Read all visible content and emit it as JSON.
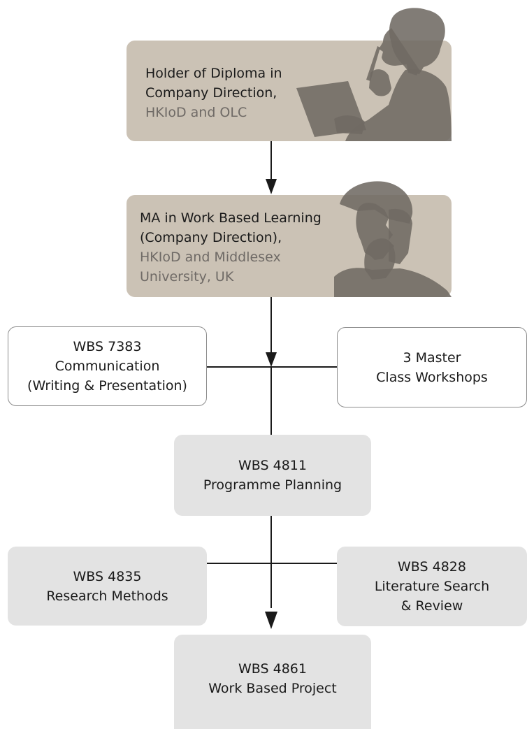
{
  "colors": {
    "tan_box": "#cbc2b5",
    "grey_box": "#e3e3e3",
    "silhouette": "#6f6a63",
    "connector": "#1a1a1a",
    "secondary_text": "#6f6a66"
  },
  "nodes": {
    "diploma": {
      "line1": "Holder of Diploma in",
      "line2": "Company Direction,",
      "line3": "HKIoD and OLC",
      "icon": "thinking-person-icon"
    },
    "ma": {
      "line1": "MA in Work Based Learning",
      "line2": "(Company Direction),",
      "line3": "HKIoD and Middlesex",
      "line4": "University, UK",
      "icon": "thinking-person-icon"
    },
    "wbs7383": {
      "line1": "WBS 7383",
      "line2": "Communication",
      "line3": "(Writing & Presentation)"
    },
    "masterclass": {
      "line1": "3 Master",
      "line2": "Class Workshops"
    },
    "wbs4811": {
      "line1": "WBS 4811",
      "line2": "Programme Planning"
    },
    "wbs4835": {
      "line1": "WBS 4835",
      "line2": "Research Methods"
    },
    "wbs4828": {
      "line1": "WBS 4828",
      "line2": "Literature Search",
      "line3": "& Review"
    },
    "wbs4861": {
      "line1": "WBS 4861",
      "line2": "Work Based Project"
    }
  }
}
